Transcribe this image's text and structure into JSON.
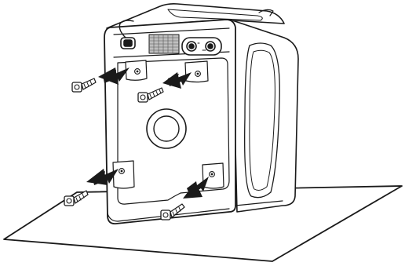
{
  "diagram": {
    "subject": "washer-rear-view",
    "step": "remove-shipping-bolts",
    "bolt_count": 4,
    "arrow_count": 4,
    "colors": {
      "line": "#1a1a1a",
      "arrow": "#1a1a1a",
      "body_fill": "#ffffff",
      "floor_fill": "#ffffff",
      "vent_fill": "#bfbfbf"
    },
    "icons": [
      "shipping-bolt-icon",
      "removal-arrow-icon",
      "drain-port-icon",
      "vent-grille-icon"
    ]
  }
}
